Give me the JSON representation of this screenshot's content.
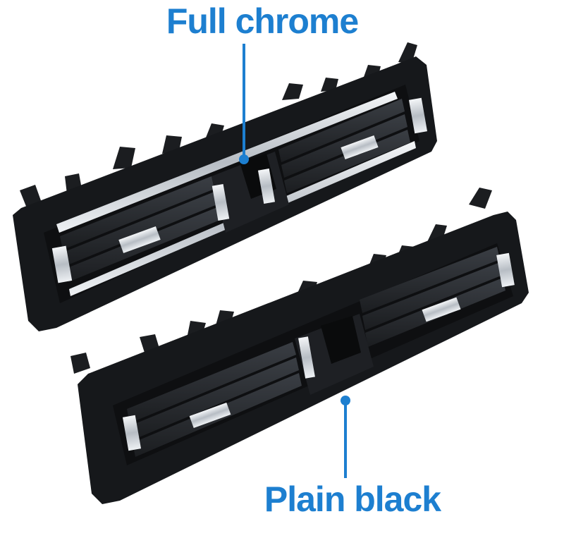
{
  "annotations": {
    "top_label": "Full chrome",
    "bottom_label": "Plain black"
  },
  "colors": {
    "accent": "#1d7fd0",
    "vent_body": "#16181b",
    "vent_slat": "#2a2d31",
    "chrome": "#d9dde2"
  },
  "products": [
    {
      "variant": "chrome-trim-vent"
    },
    {
      "variant": "black-vent"
    }
  ]
}
